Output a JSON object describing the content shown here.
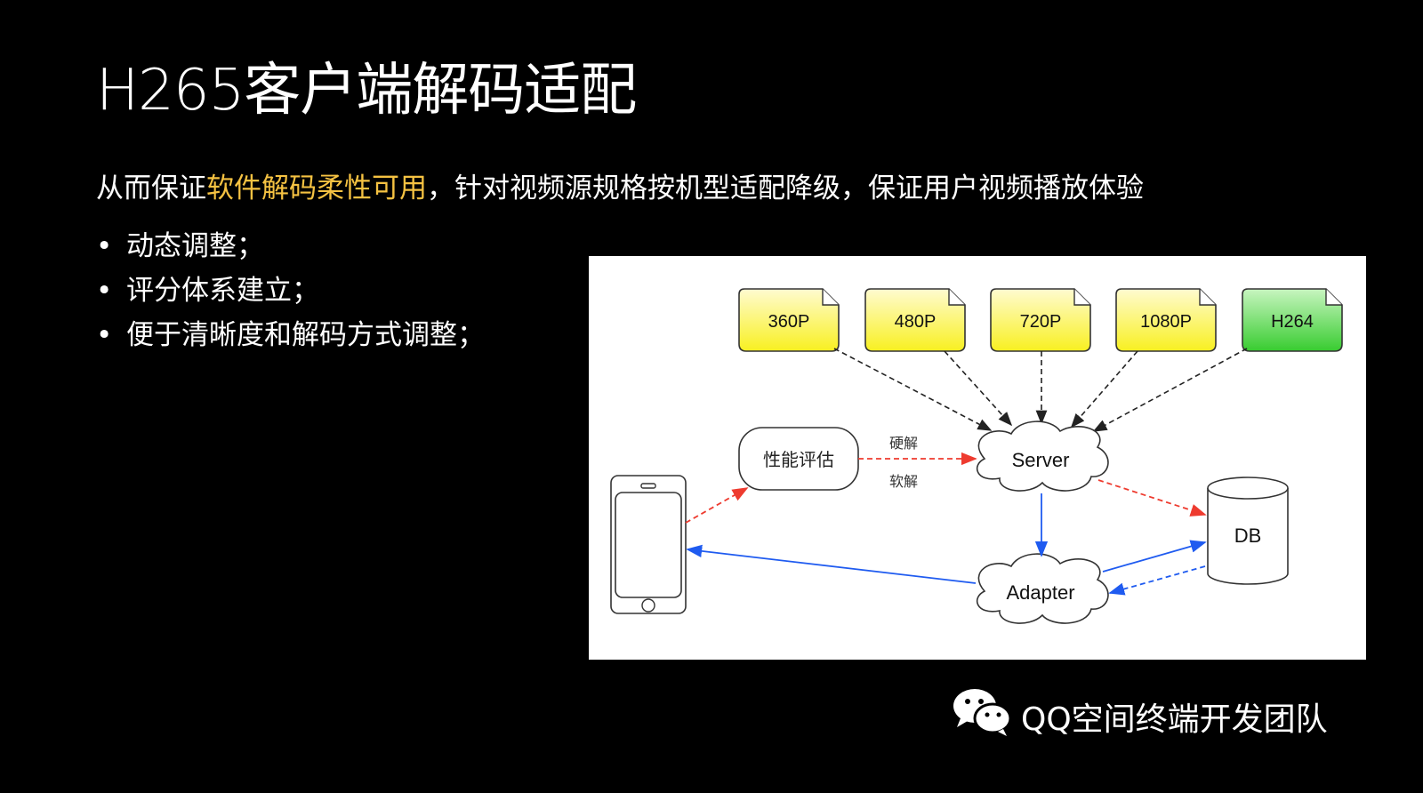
{
  "slide": {
    "title": "H265客户端解码适配",
    "subtitle_pre": "从而保证",
    "subtitle_highlight": "软件解码柔性可用",
    "subtitle_post": "，针对视频源规格按机型适配降级，保证用户视频播放体验",
    "bullets": [
      "动态调整；",
      "评分体系建立；",
      "便于清晰度和解码方式调整；"
    ],
    "bullet_symbol": "•"
  },
  "diagram": {
    "files": [
      {
        "label": "360P",
        "color": "yellow"
      },
      {
        "label": "480P",
        "color": "yellow"
      },
      {
        "label": "720P",
        "color": "yellow"
      },
      {
        "label": "1080P",
        "color": "yellow"
      },
      {
        "label": "H264",
        "color": "green"
      }
    ],
    "perf_box": "性能评估",
    "hard_decode": "硬解",
    "soft_decode": "软解",
    "server": "Server",
    "adapter": "Adapter",
    "db": "DB",
    "colors": {
      "red": "#ee3b2f",
      "blue": "#1f5bf0",
      "yellow": "#fdf53a",
      "green": "#3ed23a"
    }
  },
  "footer": {
    "brand": "QQ空间终端开发团队",
    "icon": "wechat-icon"
  }
}
